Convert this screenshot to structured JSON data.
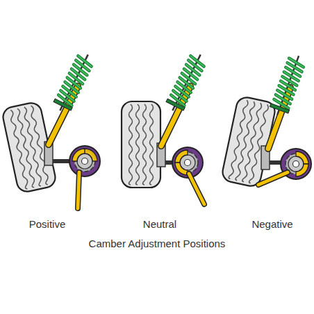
{
  "diagram": {
    "caption": "Camber Adjustment Positions",
    "labels": [
      "Positive",
      "Neutral",
      "Negative"
    ]
  }
}
